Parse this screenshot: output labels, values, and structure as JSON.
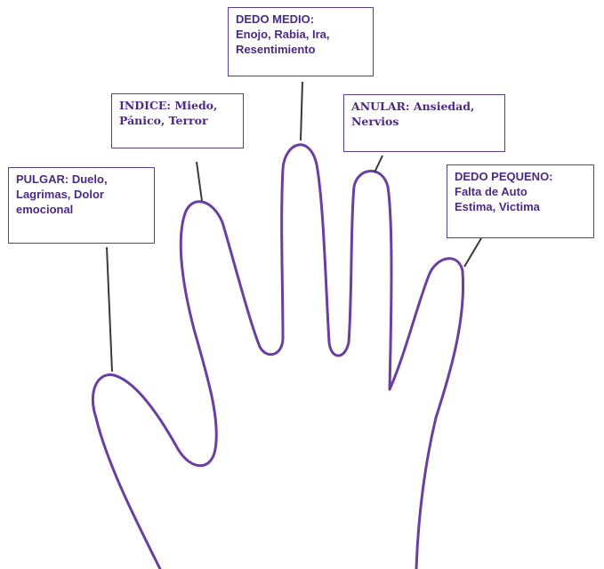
{
  "colors": {
    "outline": "#6b3fa0",
    "text": "#4a2a86",
    "box_border": "#5b3d8f"
  },
  "labels": {
    "pulgar": [
      "PULGAR: Duelo,",
      "Lagrimas, Dolor",
      "emocional"
    ],
    "indice": [
      "INDICE: Miedo,",
      "Pánico, Terror"
    ],
    "medio": [
      "DEDO MEDIO:",
      "Enojo, Rabia, Ira,",
      "Resentimiento"
    ],
    "anular": [
      "ANULAR: Ansiedad,",
      "Nervios"
    ],
    "pequeno": [
      "DEDO PEQUENO:",
      "Falta de Auto",
      "Estima, Victima"
    ]
  }
}
